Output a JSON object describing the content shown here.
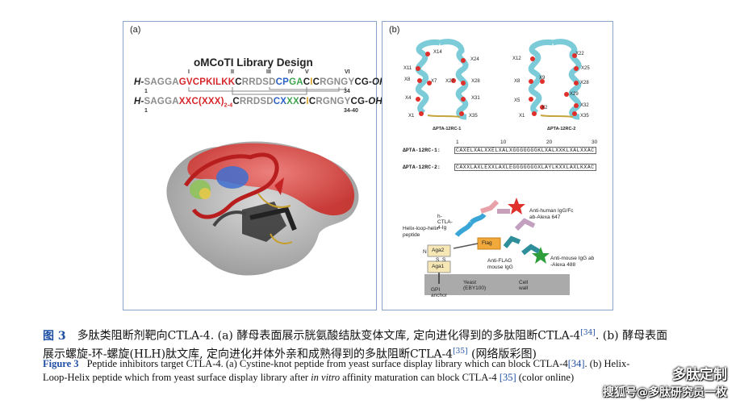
{
  "panel_a": {
    "label": "(a)",
    "title": "oMCoTI Library Design",
    "seq1": {
      "prefix": "H-",
      "p1": "SAGGA",
      "p2": "GVC",
      "p3": "PKILKK",
      "p4": "C",
      "p5": "RRDSD",
      "p6": "CP",
      "p7": "GA",
      "p8": "C",
      "p9": "I",
      "p10": "C",
      "p11": "RGNGY",
      "p12": "CG",
      "suffix": "-OH"
    },
    "seq2": {
      "prefix": "H-",
      "p1": "SAGGA",
      "p2": "XXC",
      "p3": "(XXX)",
      "p3sub": "2-4",
      "p4": "C",
      "p5": "RRDSD",
      "p6": "CX",
      "p7": "XX",
      "p8": "C",
      "p9": "I",
      "p10": "C",
      "p11": "RGNGY",
      "p12": "CG",
      "suffix": "-OH"
    },
    "roman": [
      "I",
      "II",
      "III",
      "IV",
      "V",
      "VI"
    ],
    "numbers": {
      "start1": "1",
      "end1": "34",
      "start2": "1",
      "end2": "34-40"
    }
  },
  "panel_b": {
    "label": "(b)",
    "helix1_name": "ΔPTA-12RC-1",
    "helix2_name": "ΔPTA-12RC-2",
    "helix1_labels": [
      "X14",
      "X24",
      "X11",
      "X8",
      "X7",
      "X27",
      "X28",
      "X4",
      "X31",
      "X1",
      "X35"
    ],
    "helix2_labels": [
      "X12",
      "X22",
      "X25",
      "X8",
      "X9",
      "X28",
      "X5",
      "X29",
      "X2",
      "X32",
      "X1",
      "X35"
    ],
    "ruler": [
      "1",
      "10",
      "20",
      "30"
    ],
    "seq_rows": [
      {
        "name": "ΔPTA-12RC-1:",
        "seq": "CAXELXALXXELXALXGGGGGGGKLXALXXKLXALXXAC"
      },
      {
        "name": "ΔPTA-12RC-2:",
        "seq": "CAXXLAXLEXXLAXLEGGGGGGGXLAYLKXXLAXLKXAC"
      }
    ],
    "diagram": {
      "h_ctla4": "h-CTLA-4-Ig",
      "anti_human": "Anti-human IgG/Fc\nab-Alexa 647",
      "hlh": "Helix-loop-helix\npeptide",
      "flag": "Flag",
      "n_term": "N",
      "aga2": "Aga2",
      "aga1": "Aga1",
      "ss1": "S",
      "ss2": "S",
      "anti_flag": "Anti-FLAG\nmouse IgG",
      "anti_mouse": "Anti-mouse IgG ab\n-Alexa 488",
      "yeast": "Yeast (EBY100)",
      "cell_wall": "Cell wall",
      "gpi": "GPI anchor"
    }
  },
  "caption_cn": {
    "fig": "图 3",
    "text1": "多肽类阻断剂靶向CTLA-4. (a) 酵母表面展示胱氨酸结肽变体文库, 定向进化得到的多肽阻断CTLA-4",
    "ref1": "[34]",
    "text2": ". (b) 酵母表面",
    "text3": "展示螺旋-环-螺旋(HLH)肽文库, 定向进化并体外亲和成熟得到的多肽阻断CTLA-4",
    "ref2": "[35]",
    "text4": " (网络版彩图)"
  },
  "caption_en": {
    "fig": "Figure 3",
    "text1": "Peptide inhibitors target CTLA-4. (a) Cystine-knot peptide from yeast surface display library which can block CTLA-4",
    "ref1": "[34]",
    "text2": ". (b) Helix-",
    "text3": "Loop-Helix peptide which from yeast surface display library after",
    "italic": "in vitro",
    "text4": "affinity maturation can block CTLA-4",
    "ref2": "[35]",
    "text5": "(color online)"
  },
  "watermark": {
    "line1": "多肽定制",
    "line2": "搜狐号@多肽研究员一枚"
  }
}
